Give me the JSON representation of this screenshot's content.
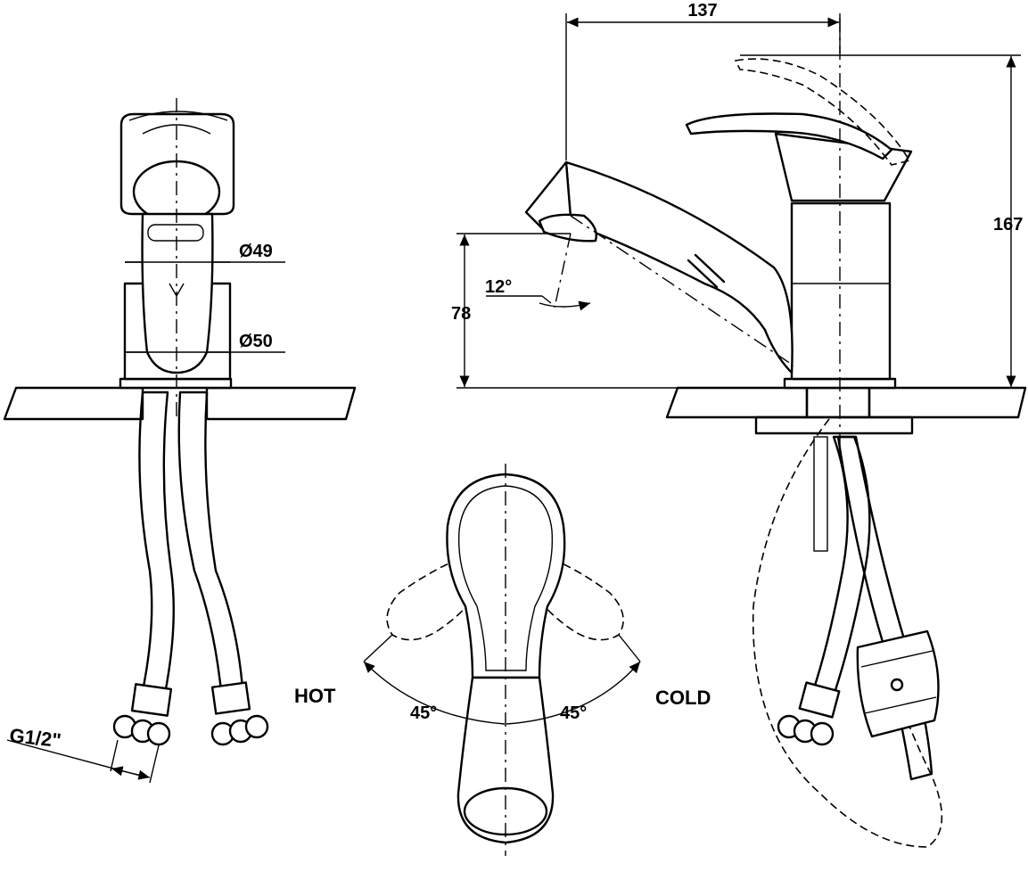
{
  "dimensions": {
    "width_overall": "137",
    "height_overall": "167",
    "spout_height": "78",
    "spout_angle": "12°",
    "diameter_upper": "Ø49",
    "diameter_lower": "Ø50",
    "thread": "G1/2\""
  },
  "lever_positions": {
    "hot_label": "HOT",
    "cold_label": "COLD",
    "hot_angle": "45°",
    "cold_angle": "45°"
  }
}
